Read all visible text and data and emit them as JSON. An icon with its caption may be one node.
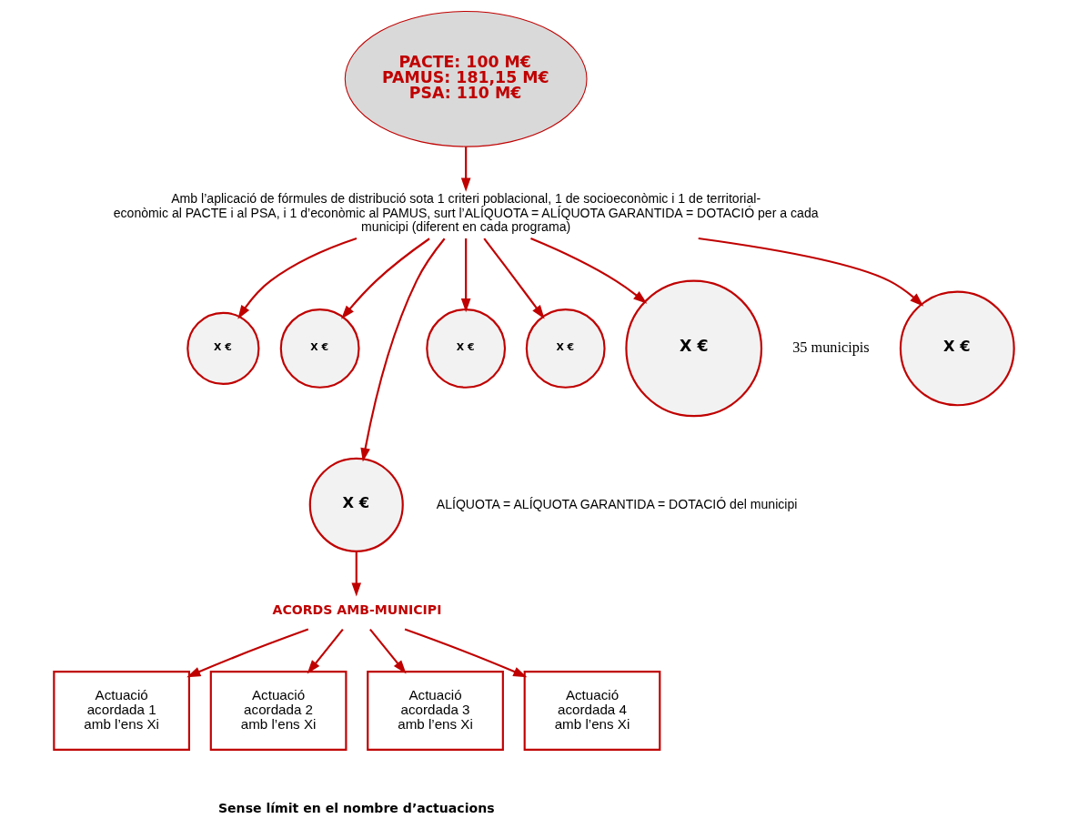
{
  "diagram": {
    "nodes": [
      {
        "text": [
          "PACTE: 100 M€",
          "PAMUS: 181,15 M€",
          "PSA: 110 M€"
        ]
      },
      {
        "text": [
          "Amb l’aplicació de fórmules de distribució sota 1 criteri poblacional, 1 de socioeconòmic i 1 de territorial-econòmic al PACTE i al PSA, i 1 d’econòmic al PAMUS, surt l’ALÍQUOTA = ALÍQUOTA GARANTIDA = DOTACIÓ per a cada municipi (diferent en cada programa)"
        ]
      },
      {
        "text": [
          "X €"
        ]
      },
      {
        "text": [
          "X €"
        ]
      },
      {
        "text": [
          "X €"
        ]
      },
      {
        "text": [
          "X €"
        ],
        "beside": [
          "ALÍQUOTA = ALÍQUOTA GARANTIDA = DOTACIÓ del municipi"
        ]
      },
      {
        "text": [
          "X €"
        ]
      },
      {
        "text": [
          "X €"
        ]
      },
      {
        "text": [
          "X €"
        ]
      },
      {
        "text": [
          "ACORDS AMB-MUNICIPI"
        ]
      },
      {
        "text": [
          "Actuació acordada 1 amb l’ens Xi"
        ]
      },
      {
        "text": [
          "Actuació acordada 2 amb l’ens Xi"
        ]
      },
      {
        "text": [
          "Actuació acordada 3 amb l’ens Xi"
        ]
      },
      {
        "text": [
          "Actuació acordada 4 amb l’ens Xi"
        ]
      }
    ],
    "edges": [
      {
        "from": 0,
        "to": 1,
        "arrow": "to"
      },
      {
        "from": 1,
        "to": 2,
        "arrow": "to"
      },
      {
        "from": 1,
        "to": 3,
        "arrow": "to"
      },
      {
        "from": 1,
        "to": 4,
        "arrow": "to"
      },
      {
        "from": 1,
        "to": 5,
        "arrow": "to"
      },
      {
        "from": 1,
        "to": 6,
        "arrow": "to"
      },
      {
        "from": 1,
        "to": 7,
        "arrow": "to"
      },
      {
        "from": 1,
        "to": 8,
        "arrow": "to"
      },
      {
        "from": 5,
        "to": 9,
        "arrow": "to"
      },
      {
        "from": 9,
        "to": 10,
        "arrow": "to"
      },
      {
        "from": 9,
        "to": 11,
        "arrow": "to"
      },
      {
        "from": 9,
        "to": 12,
        "arrow": "to"
      },
      {
        "from": 9,
        "to": 13,
        "arrow": "to"
      }
    ],
    "labels": [
      "35 municipis",
      "Sense límit en el nombre d’actuacions"
    ]
  }
}
